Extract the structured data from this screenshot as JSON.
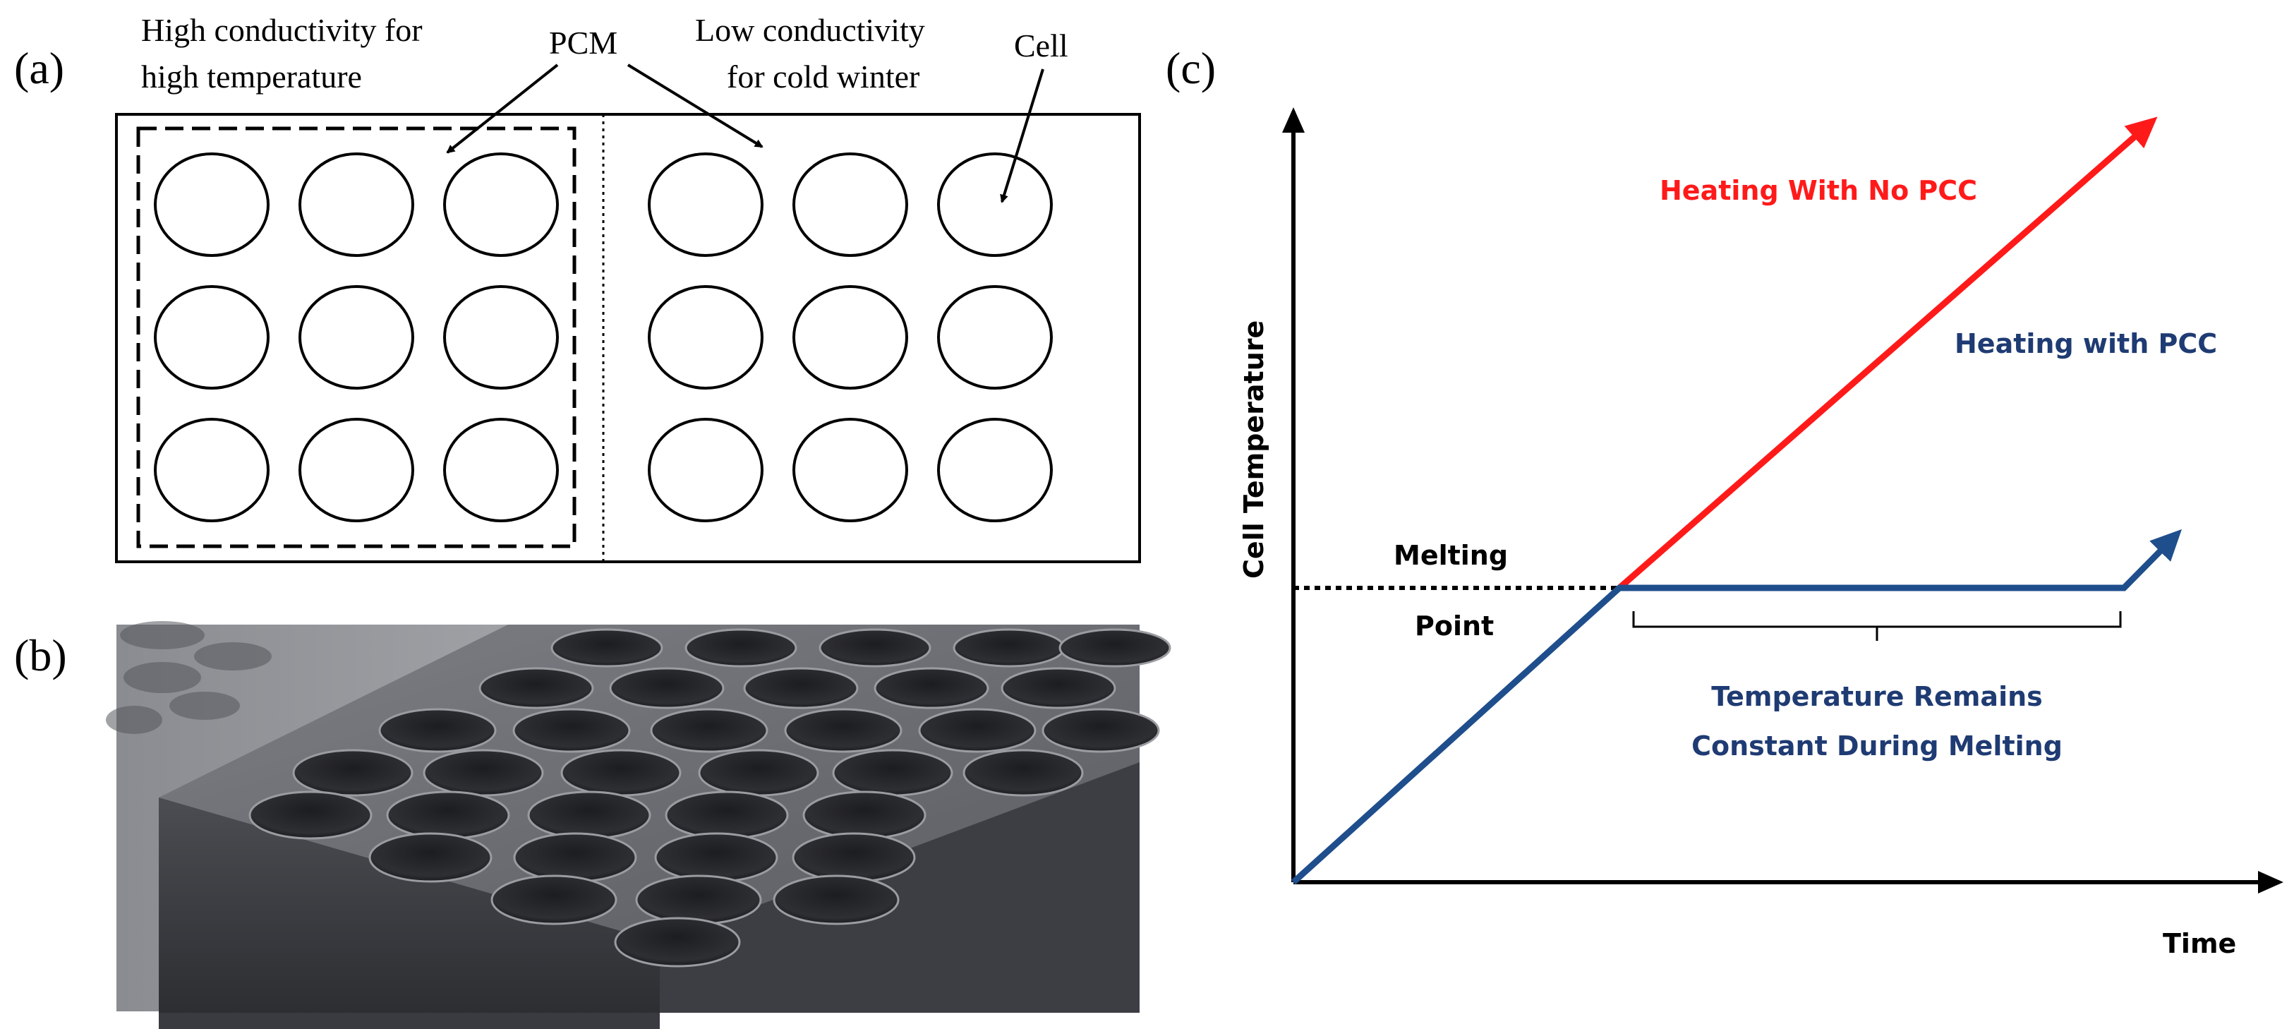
{
  "panel_a": {
    "label": "(a)",
    "annotations": {
      "high_line1": "High conductivity for",
      "high_line2": "high temperature",
      "pcm": "PCM",
      "low_line1": "Low conductivity",
      "low_line2": "for cold winter",
      "cell": "Cell"
    },
    "left_block": {
      "rows": 3,
      "cols": 3
    },
    "right_block": {
      "rows": 3,
      "cols": 3
    }
  },
  "panel_b": {
    "label": "(b)",
    "photo_description_icon": "graphite-block-photo",
    "colors": {
      "dark": "#2a2b2f",
      "mid": "#55575c",
      "light": "#8e9096"
    }
  },
  "panel_c": {
    "label": "(c)",
    "y_axis_label": "Cell Temperature",
    "x_axis_label": "Time",
    "melting_line1": "Melting",
    "melting_line2": "Point",
    "red_label": "Heating With No PCC",
    "blue_label": "Heating with PCC",
    "bracket_line1": "Temperature Remains",
    "bracket_line2": "Constant During Melting",
    "colors": {
      "red": "#ff1a1a",
      "blue": "#1f4e8c",
      "navy_text": "#1f3b73"
    }
  }
}
